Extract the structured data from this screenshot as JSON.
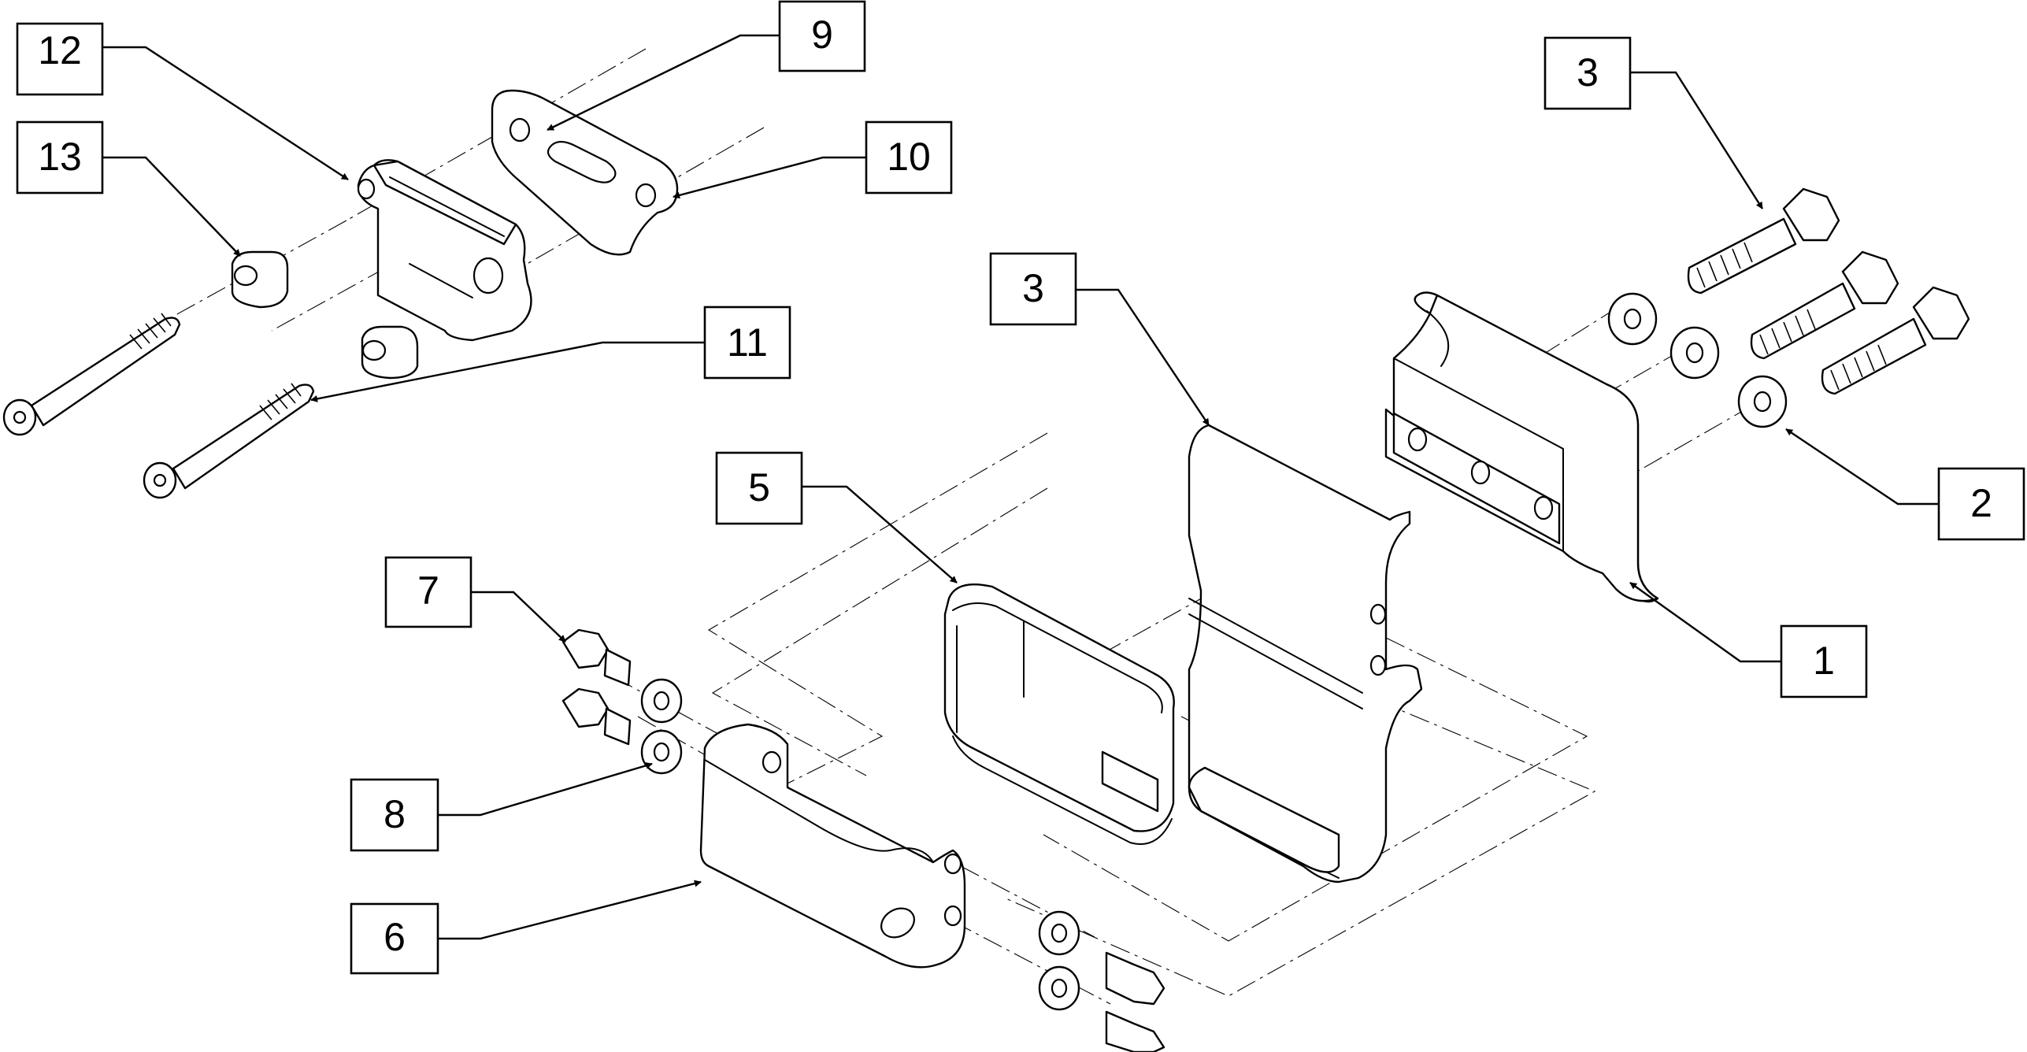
{
  "callouts": [
    {
      "id": "c12",
      "label": "12"
    },
    {
      "id": "c9",
      "label": "9"
    },
    {
      "id": "c13",
      "label": "13"
    },
    {
      "id": "c10",
      "label": "10"
    },
    {
      "id": "c11",
      "label": "11"
    },
    {
      "id": "c3a",
      "label": "3"
    },
    {
      "id": "c3b",
      "label": "3"
    },
    {
      "id": "c5",
      "label": "5"
    },
    {
      "id": "c2",
      "label": "2"
    },
    {
      "id": "c1",
      "label": "1"
    },
    {
      "id": "c7",
      "label": "7"
    },
    {
      "id": "c8",
      "label": "8"
    },
    {
      "id": "c6",
      "label": "6"
    }
  ],
  "colors": {
    "ink": "#000000",
    "paper": "#ffffff"
  }
}
